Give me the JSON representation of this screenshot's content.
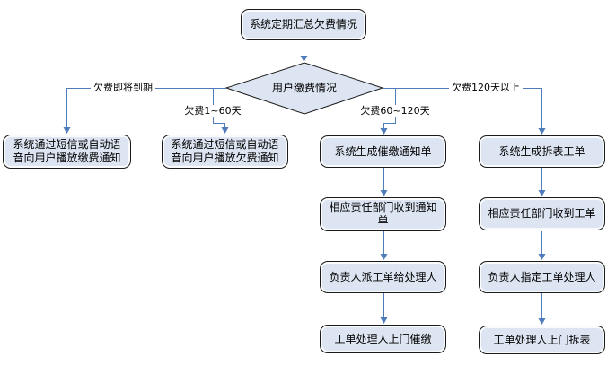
{
  "flowchart": {
    "start": "系统定期汇总欠费情况",
    "decision": "用户缴费情况",
    "branches": [
      {
        "label": "欠费即将到期",
        "steps": [
          "系统通过短信或自动语音向用户播放缴费通知"
        ]
      },
      {
        "label": "欠费1~60天",
        "steps": [
          "系统通过短信或自动语音向用户播放欠费通知"
        ]
      },
      {
        "label": "欠费60~120天",
        "steps": [
          "系统生成催缴通知单",
          "相应责任部门收到通知单",
          "负责人派工单给处理人",
          "工单处理人上门催缴"
        ]
      },
      {
        "label": "欠费120天以上",
        "steps": [
          "系统生成拆表工单",
          "相应责任部门收到工单",
          "负责人指定工单处理人",
          "工单处理人上门拆表"
        ]
      }
    ],
    "colors": {
      "background": "#ffffff",
      "node_fill": "#dce5f1",
      "node_border": "#1b1b1b",
      "connector": "#4f7cba",
      "text": "#000000"
    }
  }
}
